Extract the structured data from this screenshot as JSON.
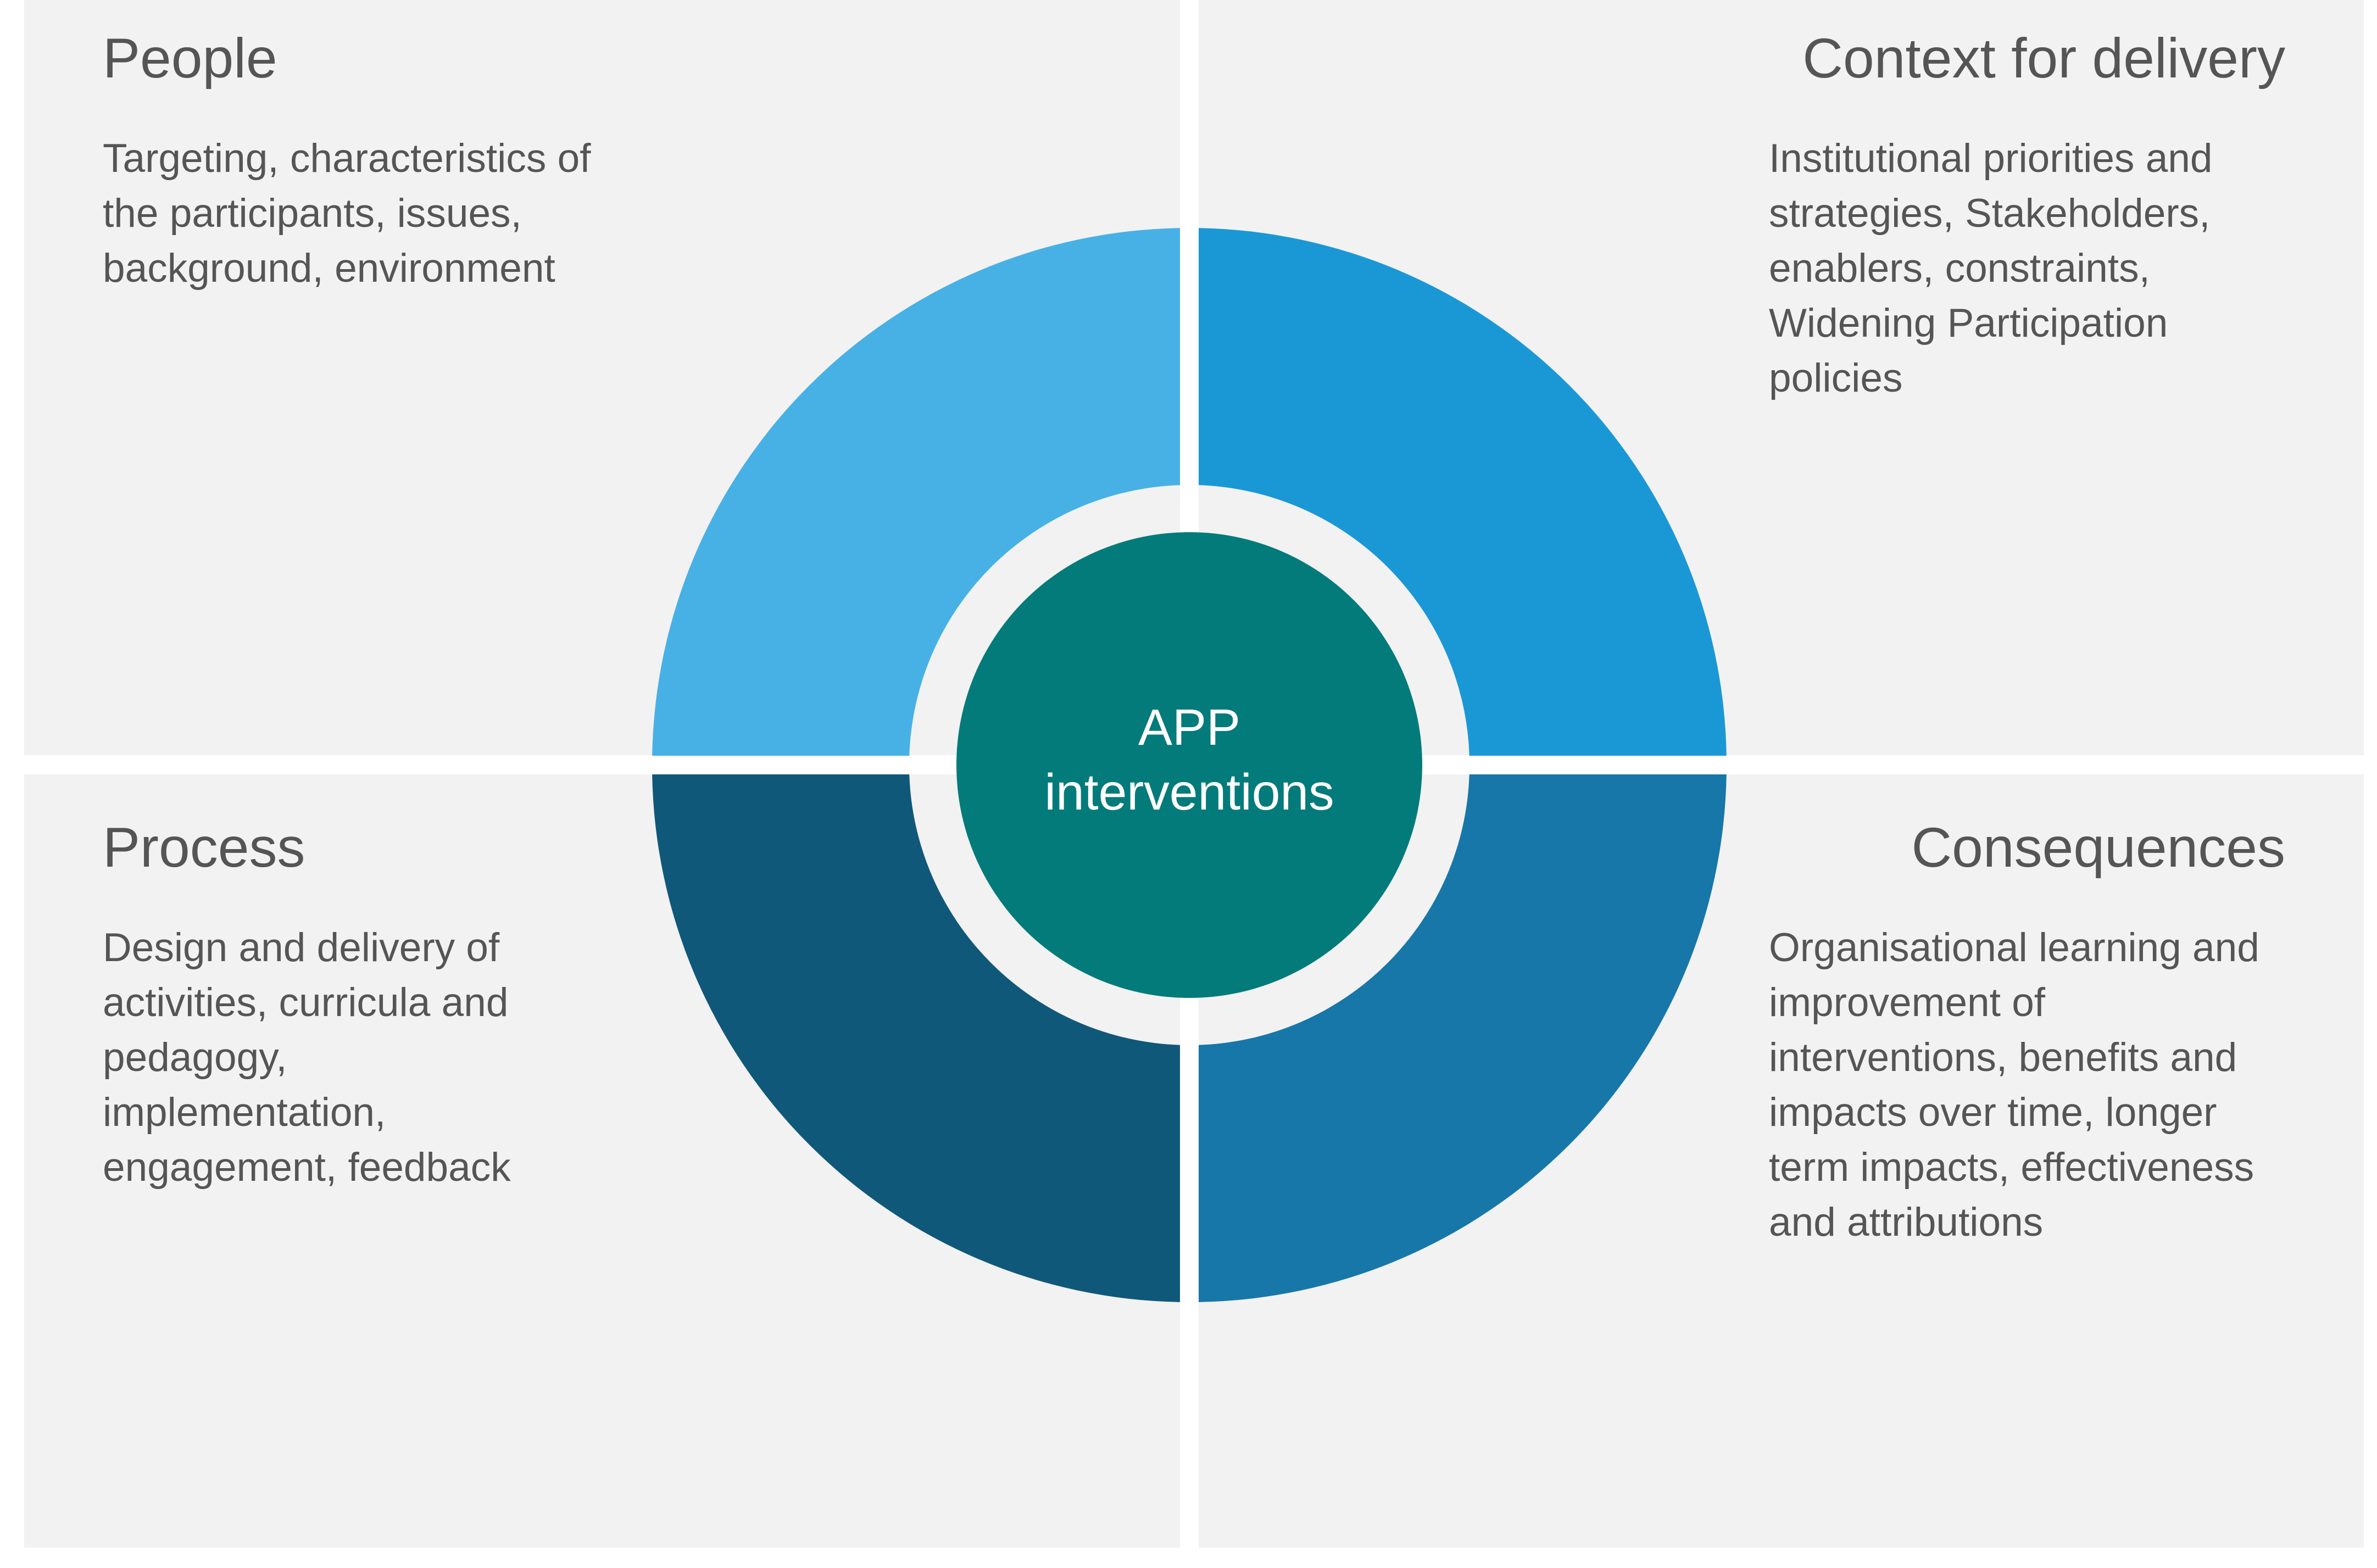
{
  "quadrants": {
    "people": {
      "title": "People",
      "body": "Targeting, characteristics of the participants, issues, background, environment"
    },
    "context": {
      "title": "Context for delivery",
      "body": "Institutional priorities and strategies, Stakeholders, enablers, constraints, Widening Participation policies"
    },
    "process": {
      "title": "Process",
      "body": "Design and delivery of activities, curricula and pedagogy, implementation, engagement, feedback"
    },
    "consequences": {
      "title": "Consequences",
      "body": "Organisational learning and improvement of interventions, benefits and impacts over time, longer term impacts, effectiveness and attributions"
    }
  },
  "center": {
    "line1": "APP",
    "line2": "interventions"
  },
  "colors": {
    "panel_background": "#f2f2f2",
    "separator": "#ffffff",
    "text": "#555555",
    "segment_people": "#47b1e6",
    "segment_context": "#1a98d6",
    "segment_process": "#105879",
    "segment_consequences": "#1777a8",
    "center_circle": "#037b7a",
    "center_text": "#ffffff"
  }
}
